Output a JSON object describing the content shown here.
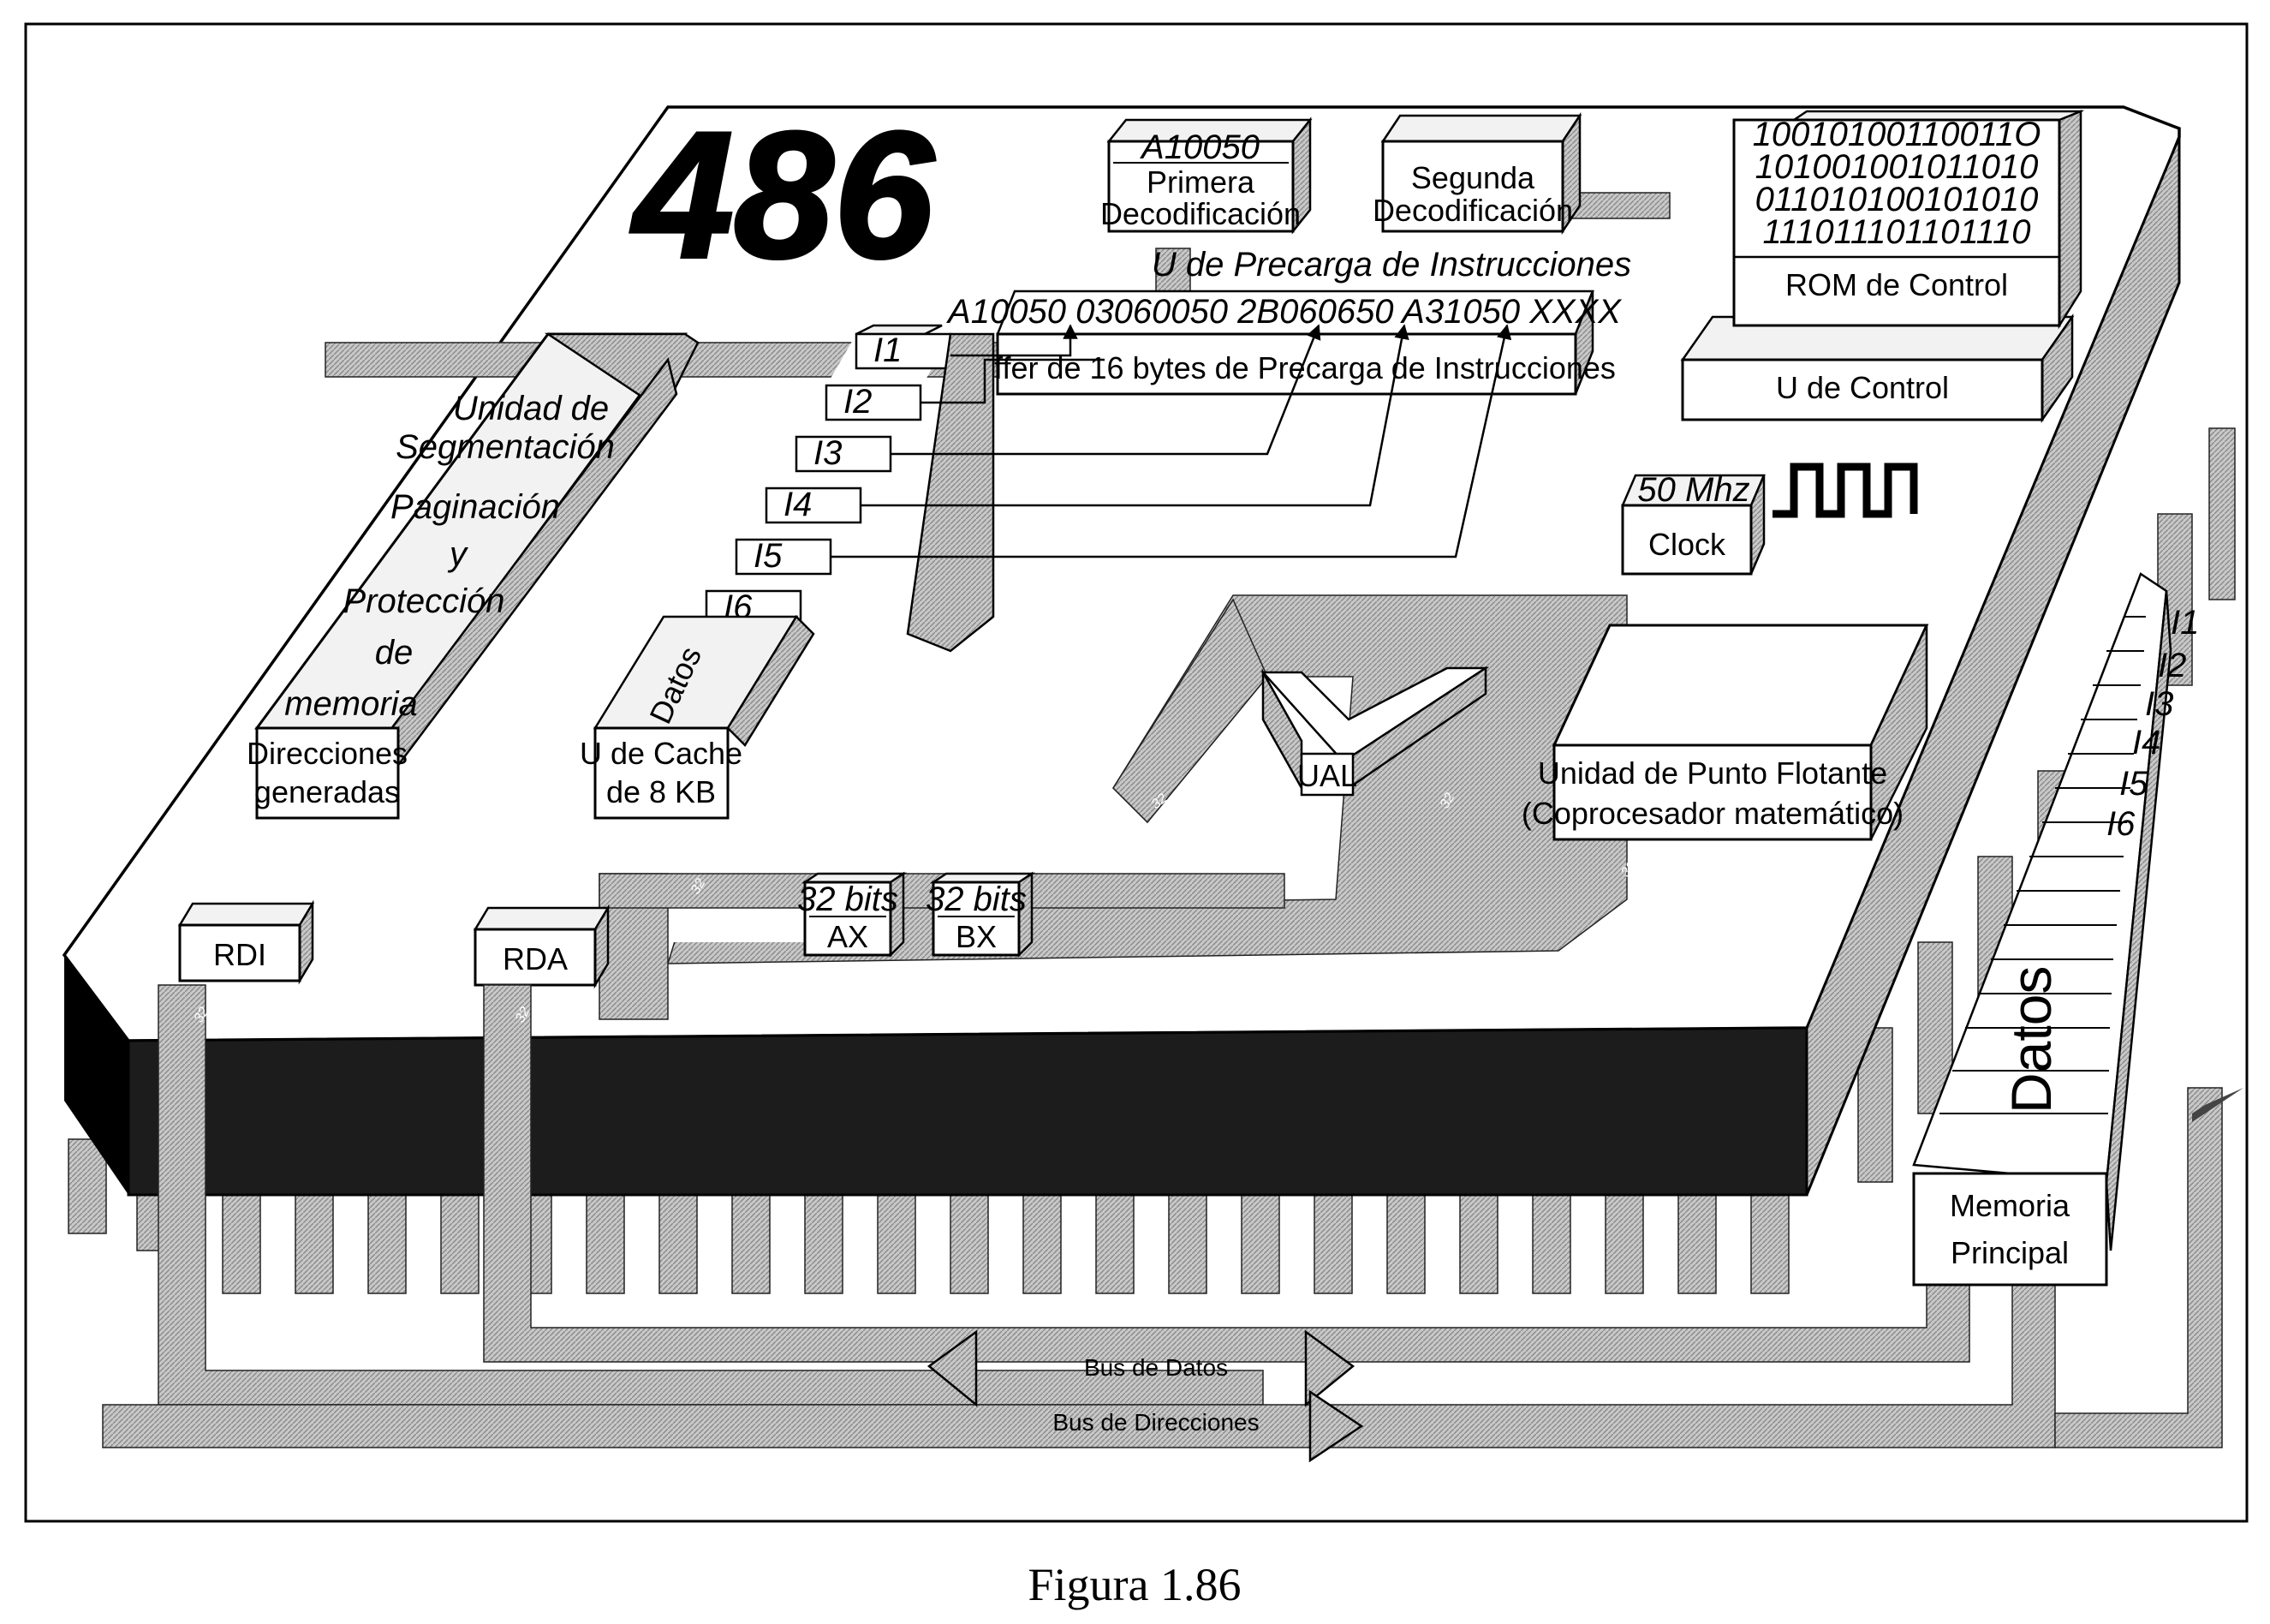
{
  "chip_title": "486",
  "prefetch": {
    "unit_label": "U de Precarga de Instrucciones",
    "hex_stream": "A10050 03060050 2B060650 A31050 XXXX",
    "buffer_label": "Buffer de 16 bytes de Precarga de Instrucciones"
  },
  "decoders": {
    "first_code": "A10050",
    "first_line1": "Primera",
    "first_line2": "Decodificación",
    "second_line1": "Segunda",
    "second_line2": "Decodificación"
  },
  "rom": {
    "rows": [
      "10010100110011O",
      "101001001011010",
      "011010100101010",
      "111011101101110"
    ],
    "label": "ROM de Control",
    "control_unit": "U de Control"
  },
  "clock": {
    "freq": "50 Mhz",
    "label": "Clock"
  },
  "segmentation": {
    "lines": [
      "Unidad de",
      "Segmentación",
      "Paginación",
      "y",
      "Protección",
      "de",
      "memoria"
    ],
    "addr_line1": "Direcciones",
    "addr_line2": "generadas"
  },
  "queue": [
    "I1",
    "I2",
    "I3",
    "I4",
    "I5",
    "I6"
  ],
  "cache": {
    "data": "Datos",
    "line1": "U de Cache",
    "line2": "de 8 KB"
  },
  "alu": "UAL",
  "fpu": {
    "line1": "Unidad de Punto Flotante",
    "line2": "(Coprocesador matemático)"
  },
  "registers": [
    {
      "bits": "32 bits",
      "name": "AX"
    },
    {
      "bits": "32 bits",
      "name": "BX"
    }
  ],
  "rdi": "RDI",
  "rda": "RDA",
  "bus_width": "32",
  "memory": {
    "slots": [
      "I1",
      "I2",
      "I3",
      "I4",
      "I5",
      "I6"
    ],
    "data": "Datos",
    "line1": "Memoria",
    "line2": "Principal"
  },
  "buses": {
    "data": "Bus de Datos",
    "address": "Bus de Direcciones"
  },
  "caption": "Figura 1.86"
}
